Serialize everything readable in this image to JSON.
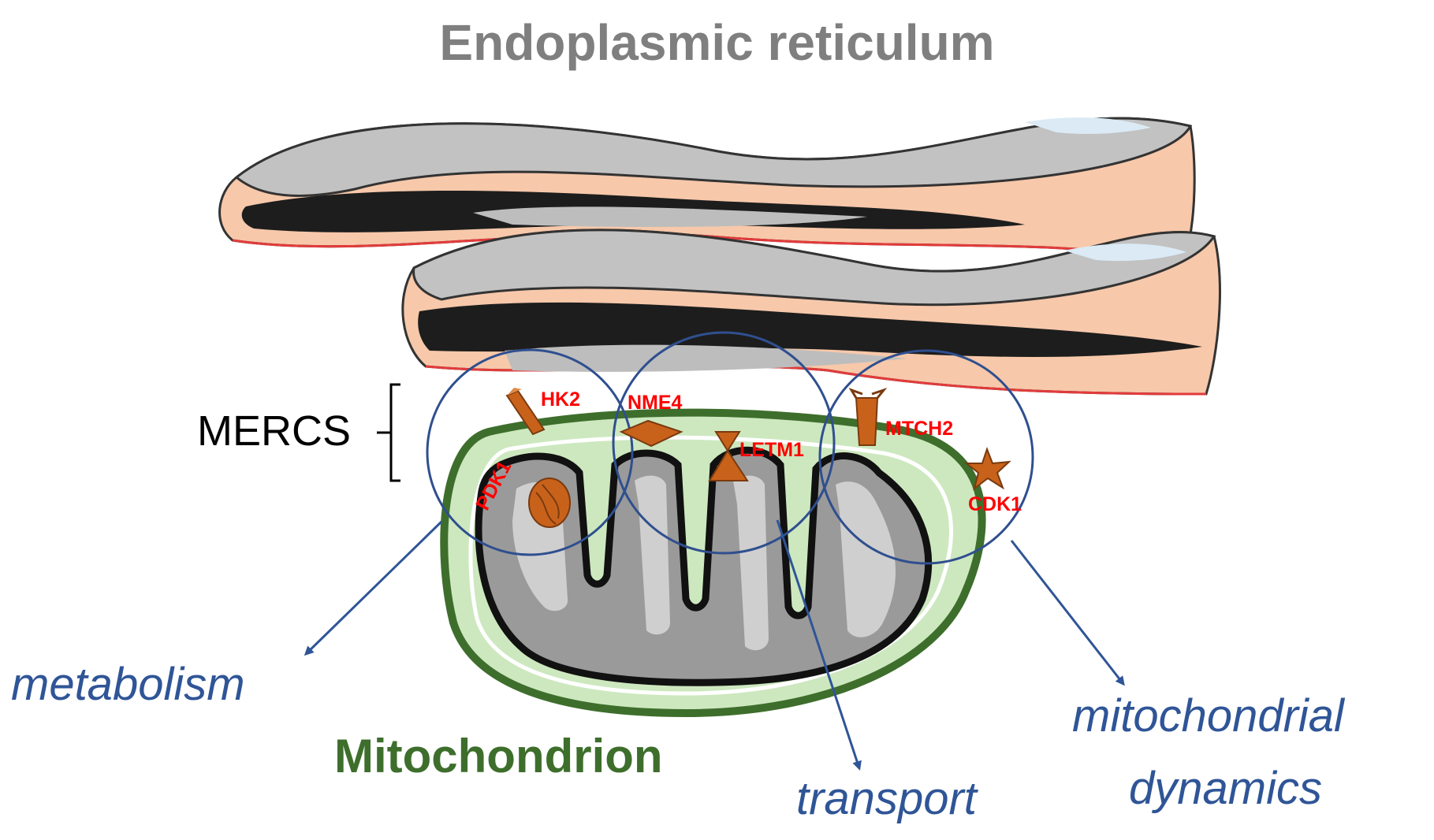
{
  "labels": {
    "er": "Endoplasmic reticulum",
    "mitochondrion": "Mitochondrion",
    "mercs": "MERCS"
  },
  "functions": {
    "metabolism": "metabolism",
    "transport": "transport",
    "dynamics_line1": "mitochondrial",
    "dynamics_line2": "dynamics"
  },
  "proteins": {
    "hk2": "HK2",
    "nme4": "NME4",
    "letm1": "LETM1",
    "mtch2": "MTCH2",
    "cdk1": "CDK1",
    "pdk1": "PDK1"
  },
  "colors": {
    "er_fill": "#c2c2c2",
    "er_dark": "#1d1d1d",
    "er_membrane": "#f7c8aa",
    "mito_outer": "#3e6e2c",
    "mito_fill": "#cde8bf",
    "protein": "#c8621b",
    "protein_label": "#ff0000",
    "function_text": "#2f5597",
    "circle": "#2f4f8f"
  }
}
